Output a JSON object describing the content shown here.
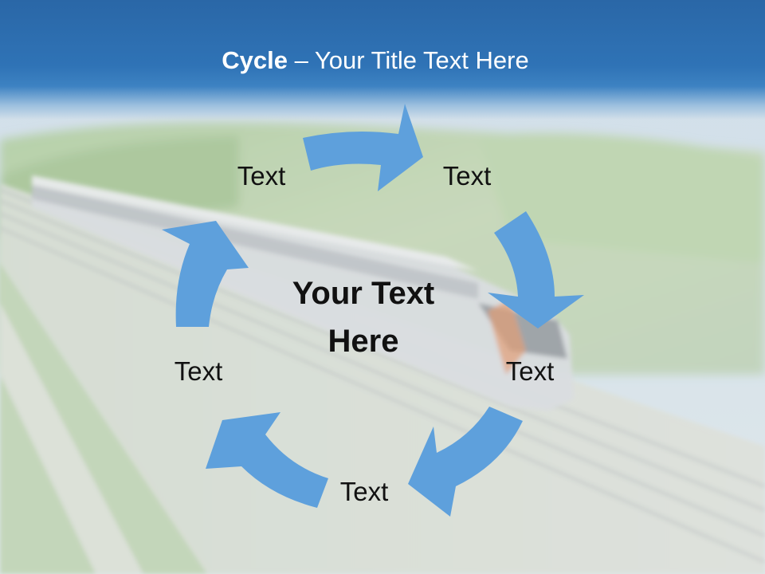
{
  "slide": {
    "title_bold": "Cycle",
    "title_rest": " – Your Title Text Here"
  },
  "diagram": {
    "center_line1": "Your Text",
    "center_line2": "Here",
    "nodes": [
      {
        "label": "Text"
      },
      {
        "label": "Text"
      },
      {
        "label": "Text"
      },
      {
        "label": "Text"
      },
      {
        "label": "Text"
      }
    ]
  },
  "colors": {
    "header": "#2f73b6",
    "arrow": "#5ea0dc",
    "text": "#111111"
  }
}
